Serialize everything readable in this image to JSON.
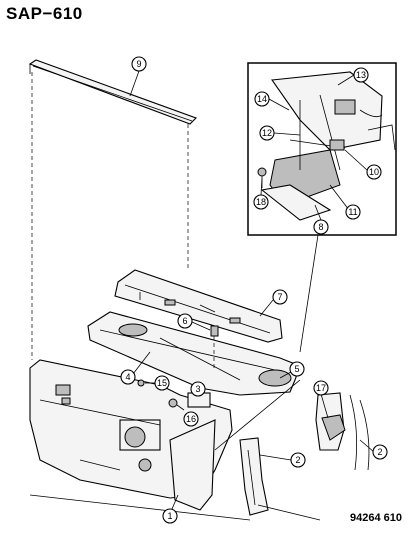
{
  "header": {
    "title": "SAP−610"
  },
  "footer": {
    "code": "94264  610"
  },
  "callouts": [
    {
      "label": "9"
    },
    {
      "label": "13"
    },
    {
      "label": "14"
    },
    {
      "label": "12"
    },
    {
      "label": "10"
    },
    {
      "label": "18"
    },
    {
      "label": "11"
    },
    {
      "label": "8"
    },
    {
      "label": "7"
    },
    {
      "label": "6"
    },
    {
      "label": "4"
    },
    {
      "label": "5"
    },
    {
      "label": "15"
    },
    {
      "label": "3"
    },
    {
      "label": "16"
    },
    {
      "label": "17"
    },
    {
      "label": "2"
    },
    {
      "label": "2"
    },
    {
      "label": "1"
    }
  ]
}
